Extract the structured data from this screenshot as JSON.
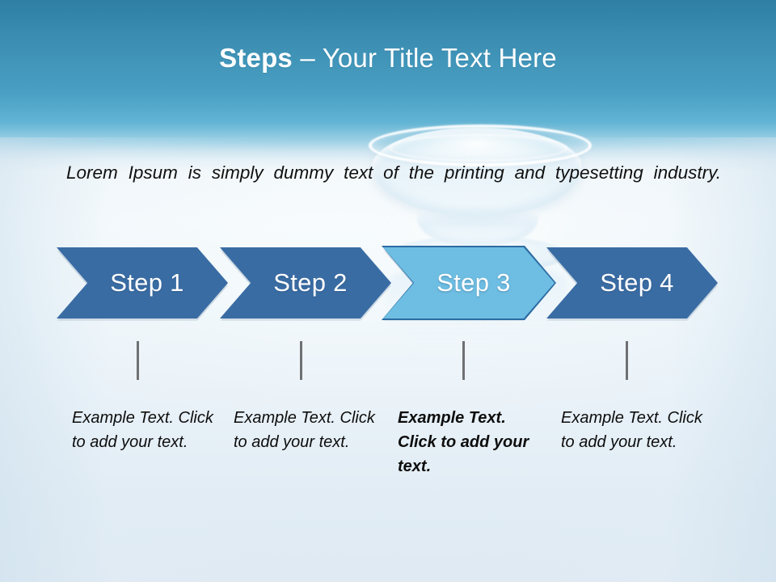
{
  "slide": {
    "title_strong": "Steps",
    "title_rest": " – Your Title Text Here",
    "lead_paragraph": "Lorem Ipsum is simply dummy text of the printing and typesetting industry.",
    "background_image": "glass-bowl-photo",
    "colors": {
      "header_gradient_top": "#2f7fa5",
      "header_gradient_bottom": "#f7fbfd",
      "body_background": "#e1ecf4",
      "chevron_default": "#3a6ca4",
      "chevron_highlight_fill": "#6ebde2",
      "chevron_highlight_border": "#2b6ca3",
      "chevron_label": "#ffffff",
      "tick_line": "#6f7072",
      "caption_text": "#0d0d0d",
      "title_text": "#ffffff"
    }
  },
  "steps": [
    {
      "label": "Step 1",
      "highlighted": false,
      "caption": "Example Text. Click  to add your text.",
      "caption_bold": false
    },
    {
      "label": "Step 2",
      "highlighted": false,
      "caption": "Example Text. Click  to add your text.",
      "caption_bold": false
    },
    {
      "label": "Step 3",
      "highlighted": true,
      "caption": "Example Text. Click  to add your text.",
      "caption_bold": true
    },
    {
      "label": "Step 4",
      "highlighted": false,
      "caption": "Example Text. Click  to add your text.",
      "caption_bold": false
    }
  ]
}
